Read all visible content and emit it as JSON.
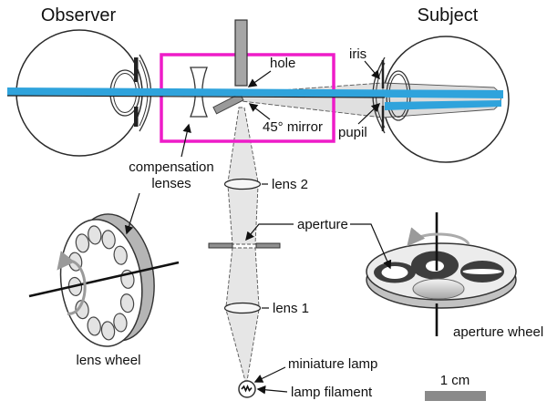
{
  "figure": {
    "observer_label": "Observer",
    "subject_label": "Subject",
    "eye_annotations": {
      "iris": "iris",
      "pupil": "pupil"
    },
    "optical_path": {
      "hole": "hole",
      "mirror": "45° mirror",
      "compensation_line1": "compensation",
      "compensation_line2": "lenses",
      "lens2": "lens 2",
      "aperture": "aperture",
      "lens1": "lens 1",
      "miniature_lamp": "miniature lamp",
      "lamp_filament": "lamp filament"
    },
    "wheels": {
      "lens_wheel": "lens wheel",
      "aperture_wheel": "aperture wheel"
    },
    "scale_label": "1 cm",
    "colors": {
      "beam": "#2FA3DC",
      "highlight_box": "#EE1CC8"
    }
  }
}
